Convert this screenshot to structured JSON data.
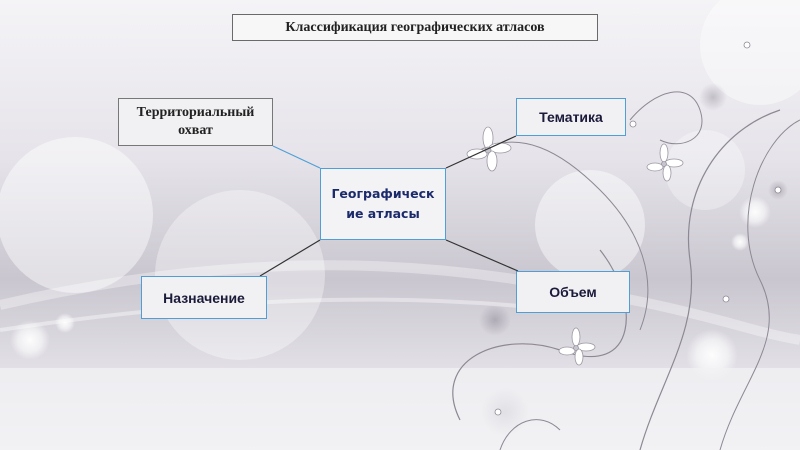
{
  "title": "Классификация географических атласов",
  "nodes": {
    "center": "Географическ ие атласы",
    "territorial": "Территориальный охват",
    "tematika": "Тематика",
    "naznachenie": "Назначение",
    "obem": "Объем"
  },
  "colors": {
    "connector_blue": "#4f9fd6",
    "connector_dark": "#333333",
    "center_text": "#1b2a6b"
  }
}
